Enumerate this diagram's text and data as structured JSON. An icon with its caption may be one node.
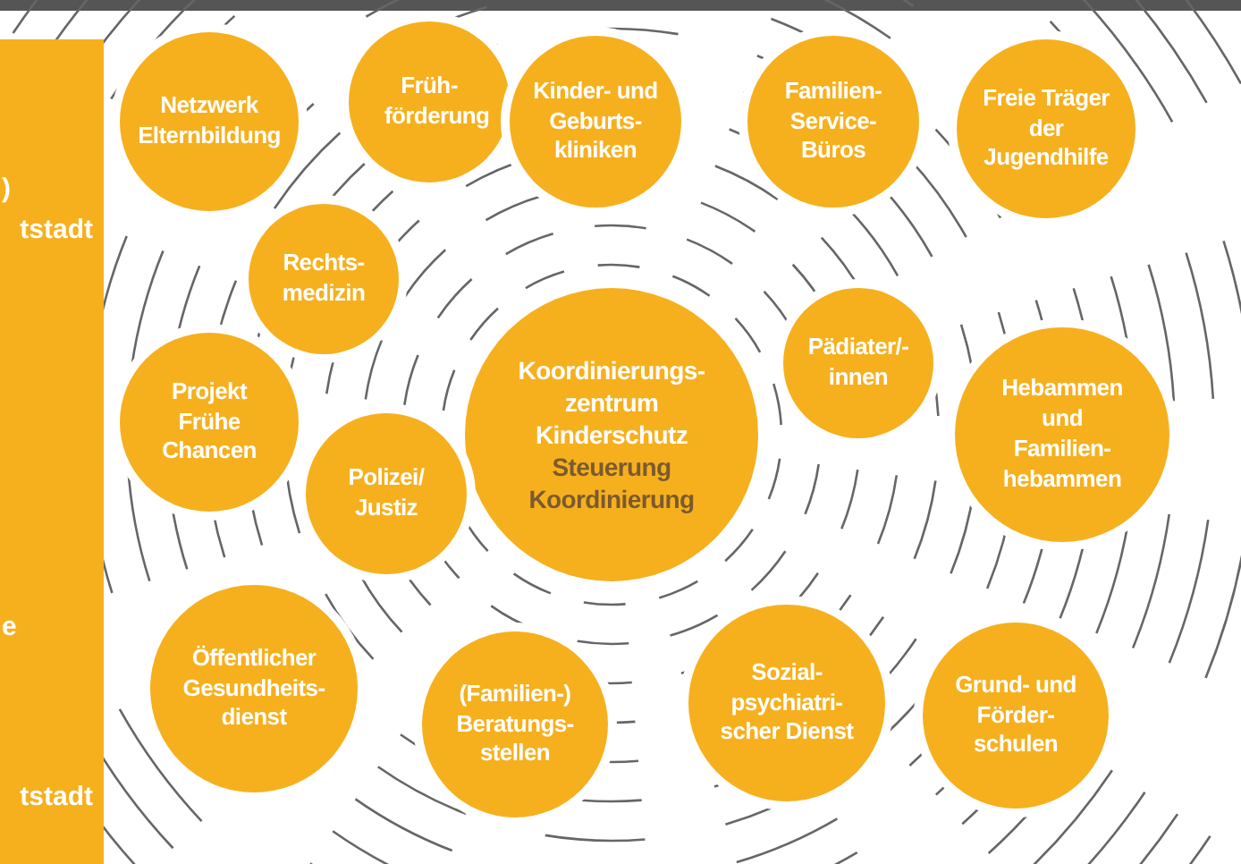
{
  "diagram": {
    "nodes": [
      {
        "text": [
          ")",
          "tstadt",
          "e",
          "tstadt"
        ]
      },
      {
        "text": [
          "Netzwerk Elternbildung"
        ]
      },
      {
        "text": [
          "Früh- förderung"
        ]
      },
      {
        "text": [
          "Kinder- und Geburts- kliniken"
        ]
      },
      {
        "text": [
          "Familien- Service- Büros"
        ]
      },
      {
        "text": [
          "Freie Träger der Jugendhilfe"
        ]
      },
      {
        "text": [
          "Rechts- medizin"
        ]
      },
      {
        "text": [
          "Projekt Frühe Chancen"
        ]
      },
      {
        "text": [
          "Koordinierungs- zentrum Kinderschutz",
          "Steuerung Koordinierung"
        ]
      },
      {
        "text": [
          "Pädiater/- innen"
        ]
      },
      {
        "text": [
          "Polizei/ Justiz"
        ]
      },
      {
        "text": [
          "Hebammen und Familien- hebammen"
        ]
      },
      {
        "text": [
          "Öffentlicher Gesundheits- dienst"
        ]
      },
      {
        "text": [
          "(Familien-) Beratungs- stellen"
        ]
      },
      {
        "text": [
          "Sozial- psychiatri- scher Dienst"
        ]
      },
      {
        "text": [
          "Grund- und Förder- schulen"
        ]
      }
    ],
    "edges": []
  }
}
